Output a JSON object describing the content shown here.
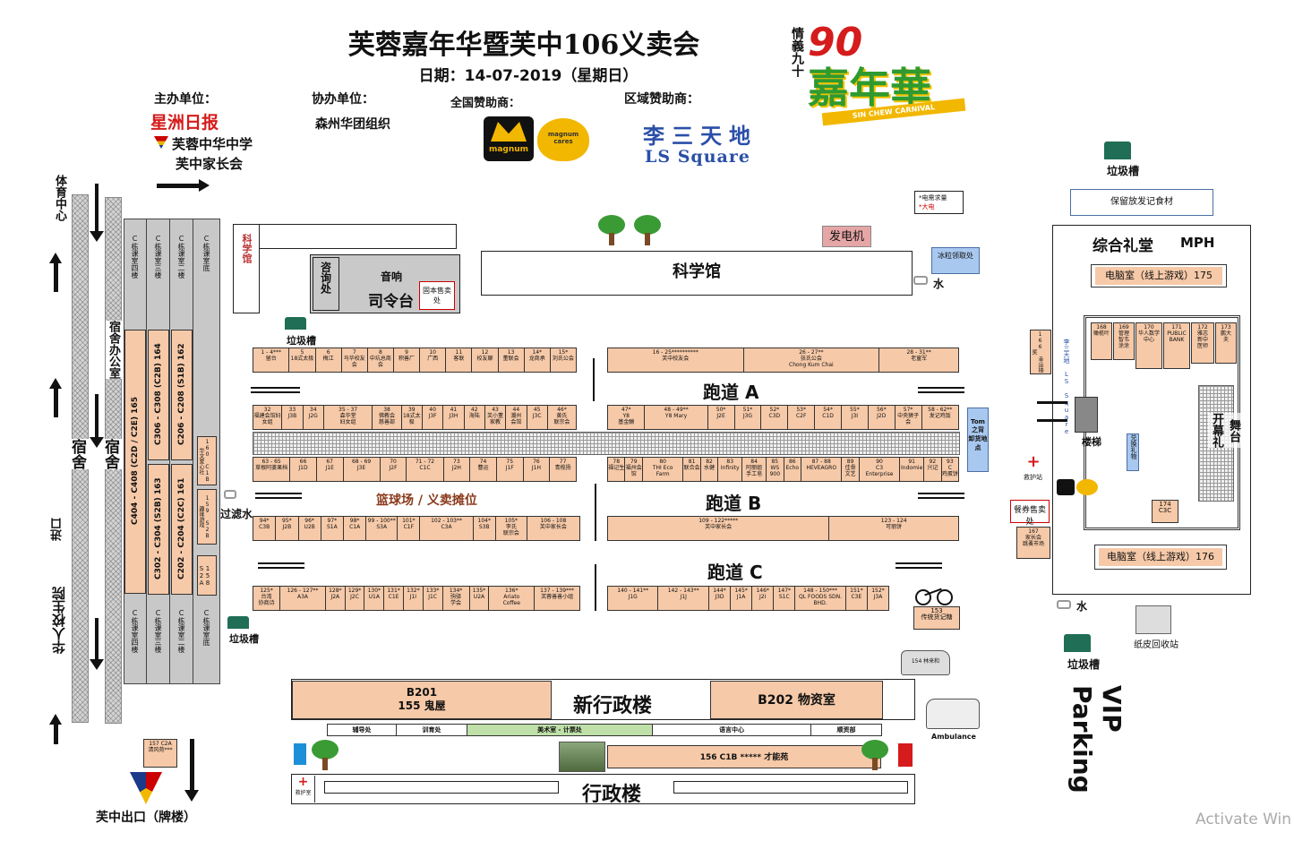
{
  "header": {
    "title": "芙蓉嘉年华暨芙中106义卖会",
    "date": "日期：14-07-2019（星期日）",
    "organizer_label": "主办单位：",
    "organizer_1": "星洲日报",
    "organizer_2": "芙蓉中华中学",
    "organizer_3": "芙中家长会",
    "co_organizer_label": "协办单位：",
    "co_organizer": "森州华团组织",
    "national_sponsor_label": "全国赞助商：",
    "sponsor_magnum": "magnum",
    "sponsor_magnum_cares": "magnum cares",
    "regional_sponsor_label": "区域赞助商：",
    "ls_cn": "李三天地",
    "ls_en": "LS Square",
    "carnival_90": "90",
    "carnival_title": "嘉年華",
    "carnival_side": "情義九十",
    "carnival_en": "SIN CHEW CARNIVAL"
  },
  "legend": {
    "line1": "*电需求量",
    "line2": "*大电"
  },
  "left": {
    "sports_center": "体育中心",
    "entrance": "进口",
    "alumni_hall": "华人校生院",
    "dorm1": "宿舍",
    "dorm2": "宿舍",
    "dorm_office": "宿舍办公室",
    "exit": "芙中出口（牌楼）",
    "stall_157": "157 C2A\n清风苑***",
    "blocks_top": [
      "C栋课室四楼",
      "C栋课室三楼",
      "C栋课室二楼",
      "C栋课室底"
    ],
    "blocks_bottom": [
      "C栋课室四楼",
      "C栋课室三楼",
      "C栋课室二楼",
      "C栋课室底"
    ],
    "room_165": "C404 - C408 (C2D / C2E)  165",
    "room_164": "C306 - C308 (C2B)  164",
    "room_162": "C206 - C208 (S1B)  162",
    "room_163": "C302 - C304 (S2B)  163",
    "room_161": "C202 - C204 (C2C)  161",
    "room_160": "160 C1B 华文爱心社",
    "room_159": "159 S2B 趣味游戏",
    "room_158": "158 S2A",
    "filter_water": "过滤水",
    "trash1": "垃圾槽",
    "trash2": "垃圾槽"
  },
  "top": {
    "science_small": "科学馆",
    "consult": "咨询处",
    "sound": "音响",
    "stage": "司令台",
    "fixed_booth": "固本售卖处",
    "science_hall": "科学馆",
    "generator": "发电机",
    "ice": "冰粒领取处",
    "water": "水"
  },
  "tracks": {
    "a": "跑道 A",
    "b": "跑道 B",
    "c": "跑道 C",
    "basketball": "篮球场 / 义卖摊位"
  },
  "rows": {
    "row1_left": [
      "1 - 4***\n留台",
      "5\n18式太极",
      "6\n梅江",
      "7\n马华校友会",
      "8\n中坑总商会",
      "9\n积善厂",
      "10\n广西",
      "11\n客联",
      "12\n校友聊",
      "13\n董联会",
      "14*\n龙商承",
      "15*\n刘氏公会"
    ],
    "row1_right": [
      "16 - 25**********\n芙中校友会",
      "26 - 27**\n张氏公会\nChong Kum Chai",
      "28 - 31**\n老童军"
    ],
    "row2_left": [
      "32\n福建会馆妇女组",
      "33\nJ3B",
      "34\nJ2G",
      "35 - 37\n森华堂\n妇女组",
      "38\n佛教会\n慈善部",
      "39\n18式太极",
      "40\nJ3F",
      "41\nJ3H",
      "42\n海陆",
      "43\n芙小董\n家教",
      "44\n潮州\n会馆",
      "45\nJ3C",
      "46*\n黄氏\n联宗会"
    ],
    "row2_right": [
      "47*\nY8\n基金酬",
      "48 - 49**\nY8 Mary",
      "50*\nJ2E",
      "51*\nJ3G",
      "52*\nC3D",
      "53*\nC2F",
      "54*\nC1D",
      "55*\nJ3I",
      "56*\nJ2D",
      "57*\n中央狮子会",
      "58 - 62**\n发记鸡饭"
    ],
    "row3_left": [
      "63 - 65\n草根阿婆果档",
      "66\nJ1D",
      "67\nJ1E",
      "68 - 69\nJ3E",
      "70\nJ2F",
      "71 - 72\nC1C",
      "73\nJ2H",
      "74\n曹运",
      "75\nJ1F",
      "76\nJ1H",
      "77\n青榄扬"
    ],
    "row3_right": [
      "78\n福记生",
      "79\n福州会馆",
      "80\nTHI Eco\nFarm",
      "81\n联合会",
      "82\n水健",
      "83\nInfinity",
      "84\n阿丽姐\n手工皂",
      "85\nWS 900",
      "86\nEcho",
      "87 - 88\nHEVEAGRO",
      "89\n佳骨\n文艺",
      "90\nC3\nEnterprise",
      "91\nIndomie",
      "92\n兴记",
      "93\nC\n鸡蛋饼"
    ],
    "row4_left": [
      "94*\nC3B",
      "95*\nJ2B",
      "96*\nU2B",
      "97*\nS1A",
      "98*\nC1A",
      "99 - 100**\nS3A",
      "101*\nC1F",
      "102 - 103**\nC3A",
      "104*\nS3B",
      "105*\n李氏\n联宗会",
      "106 - 108\n芙中家长会"
    ],
    "row4_right": [
      "109 - 122*****\n芙中家长会",
      "123 - 124\n可丽饼"
    ],
    "row5_left": [
      "125*\n台湾\n协商诗",
      "126 - 127**\nA3A",
      "128*\nJ2A",
      "129*\nJ2C",
      "130*\nU1A",
      "131*\nC1E",
      "132*\nJ1I",
      "133*\nJ1C",
      "134*\n驹驿\n学会",
      "135*\nU2A",
      "136*\nAriato\nCoffee",
      "137 - 139***\n芙蓉善善小组"
    ],
    "row5_right": [
      "140 - 141**\nJ1G",
      "142 - 143**\nJ1J",
      "144*\nJ3D",
      "145*\nJ1A",
      "146*\nJ2I",
      "147*\nS1C",
      "148 - 150***\nQL FOODS SDN. BHD.",
      "151*\nC3E",
      "152*\nJ3A"
    ]
  },
  "right": {
    "unload": "Tom之背\n卸货地点",
    "keep_food": "保留放发记食材",
    "trash": "垃圾槽",
    "mph_cn": "综合礼堂",
    "mph_en": "MPH",
    "pc175": "电脑室（线上游戏）175",
    "pc176": "电脑室（线上游戏）176",
    "room168": "168\n橄榄叶",
    "room169": "169\n管理\n智韦\n涂涂",
    "room170": "170\n华人数学中心",
    "room171": "171\nPUBLIC BANK",
    "room172": "172\n雅志\n新中\n医师",
    "room173": "173\n鹏大\n夫",
    "room174": "174\nC3C",
    "stage_mph": "舞台\n开幕礼",
    "stairs": "楼梯",
    "lucky": "兑换礼物",
    "ls_side": "李三天地 LS Square",
    "lottery": "166\n幸运抽奖",
    "first_aid": "救护站",
    "coupon": "餐券售卖处",
    "parent_market": "167\n家长会\n跳蚤市场",
    "bike": "153\n传统货记糖",
    "water": "水",
    "recycle": "纸皮回收站",
    "trash2": "垃圾槽",
    "vip": "VIP Parking",
    "ambulance": "Ambulance",
    "van": "154 林来和"
  },
  "bottom": {
    "b201": "B201\n155  鬼屋",
    "new_admin": "新行政楼",
    "b202": "B202 物资室",
    "room_labels": [
      "辅导处",
      "训育处",
      "美术室 - 计票处",
      "语言中心",
      "顺资部"
    ],
    "room_156": "156 C1B *****    才能苑",
    "admin": "行政楼",
    "infirmary": "救护室"
  },
  "watermark": "Activate Win"
}
